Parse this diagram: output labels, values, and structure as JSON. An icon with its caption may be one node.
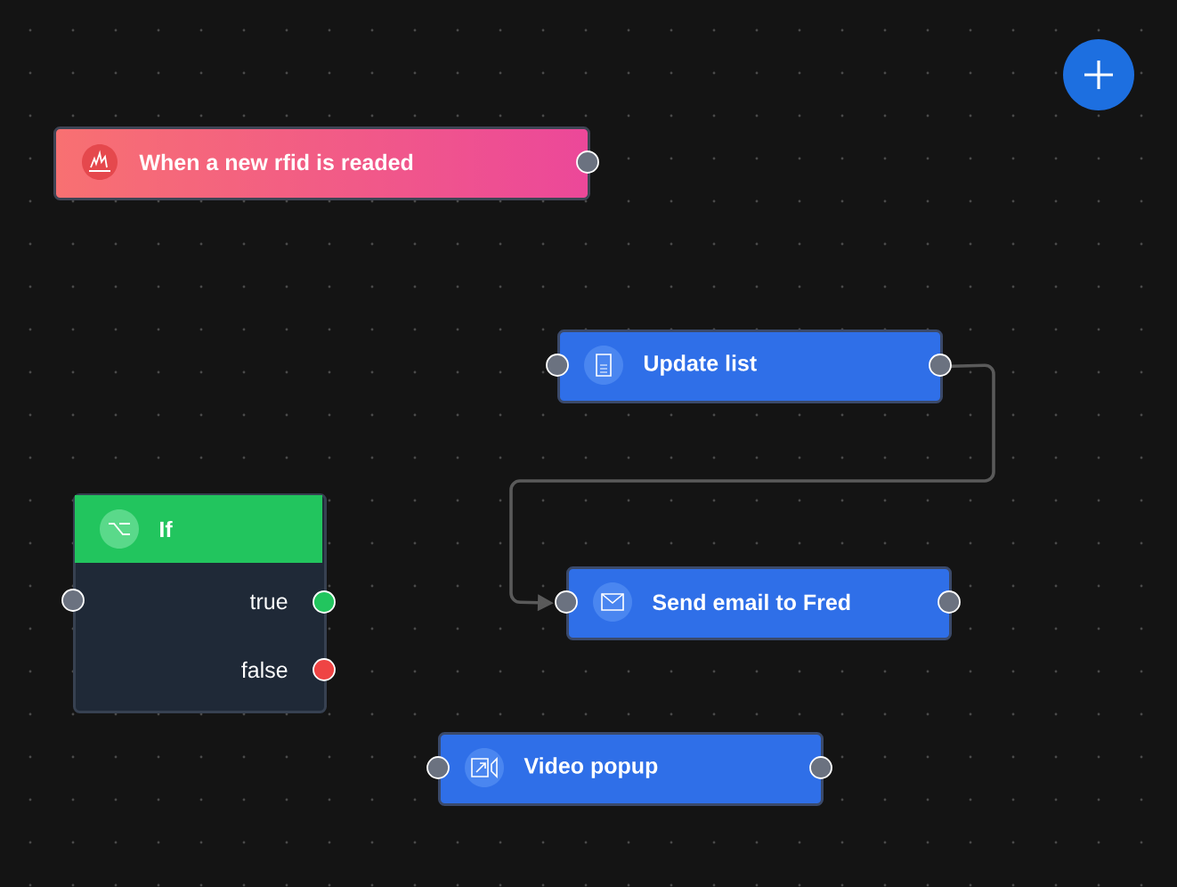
{
  "diagram": {
    "nodes": [
      {
        "text": [
          "When a new rfid is readed"
        ]
      },
      {
        "text": [
          "Update list"
        ]
      },
      {
        "text": [
          "If",
          "true",
          "false"
        ]
      },
      {
        "text": [
          "Send email to Fred"
        ]
      },
      {
        "text": [
          "Video popup"
        ]
      }
    ],
    "edges": [
      {
        "from": 1,
        "to": 3,
        "arrow": "to"
      }
    ]
  }
}
